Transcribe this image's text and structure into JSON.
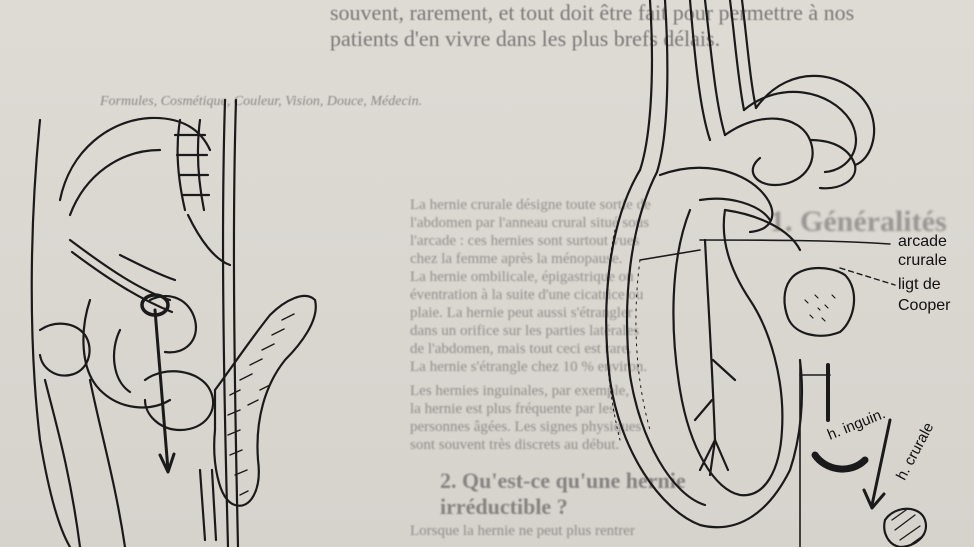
{
  "figure_labels": {
    "arcade": "arcade",
    "crurale": "crurale",
    "lig": "ligt de",
    "cooper": "Cooper",
    "h_inguin": "h. inguin.",
    "h_crurale": "h. crurale"
  },
  "colors": {
    "paper": "#d9d6d0",
    "ink": "#1a1a1a"
  }
}
